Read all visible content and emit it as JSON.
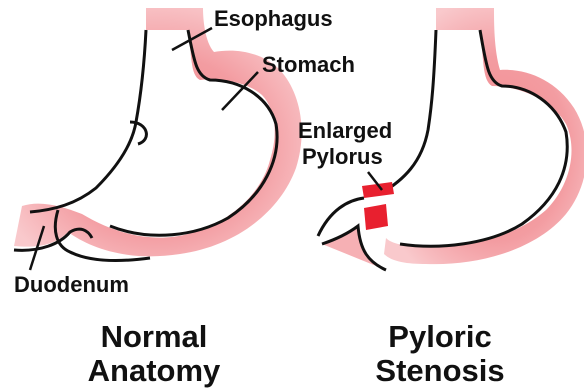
{
  "labels": {
    "esophagus": "Esophagus",
    "stomach": "Stomach",
    "duodenum": "Duodenum",
    "enlarged_pylorus_line1": "Enlarged",
    "enlarged_pylorus_line2": "Pylorus"
  },
  "captions": {
    "normal_line1": "Normal",
    "normal_line2": "Anatomy",
    "stenosis_line1": "Pyloric",
    "stenosis_line2": "Stenosis"
  },
  "colors": {
    "organ_outer": "#f28a8f",
    "organ_inner": "#f9c9cc",
    "pylorus": "#e8202f",
    "outline": "#111111"
  }
}
